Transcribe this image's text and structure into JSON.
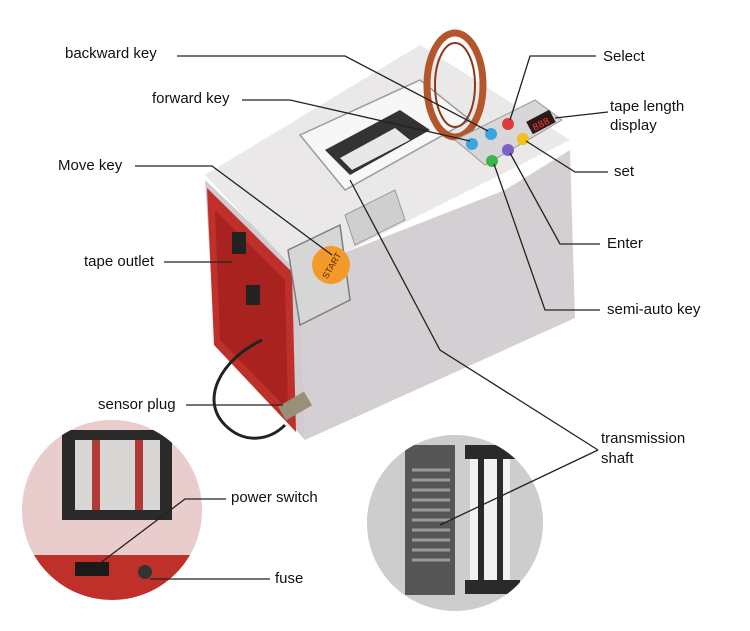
{
  "labels": {
    "backward_key": "backward key",
    "forward_key": "forward key",
    "move_key": "Move key",
    "tape_outlet": "tape outlet",
    "sensor_plug": "sensor plug",
    "power_switch": "power switch",
    "fuse": "fuse",
    "select": "Select",
    "tape_length_display_line1": "tape length",
    "tape_length_display_line2": "display",
    "set": "set",
    "enter": "Enter",
    "semi_auto_key": "semi-auto key",
    "transmission_shaft_line1": "transmission",
    "transmission_shaft_line2": "shaft"
  },
  "device": {
    "start_button_text": "START",
    "display_text": "888"
  },
  "colors": {
    "body": "#e4e1e3",
    "body_side": "#d3cfd2",
    "side_panel": "#c0302a",
    "start_button": "#f39a2b",
    "key_red": "#e23a3a",
    "key_blue": "#3aa6e0",
    "key_yellow": "#f2c21a",
    "key_green": "#3cb44a",
    "key_purple": "#7b62c8",
    "tape_reel": "#b5552c",
    "leader_line": "#222222"
  }
}
